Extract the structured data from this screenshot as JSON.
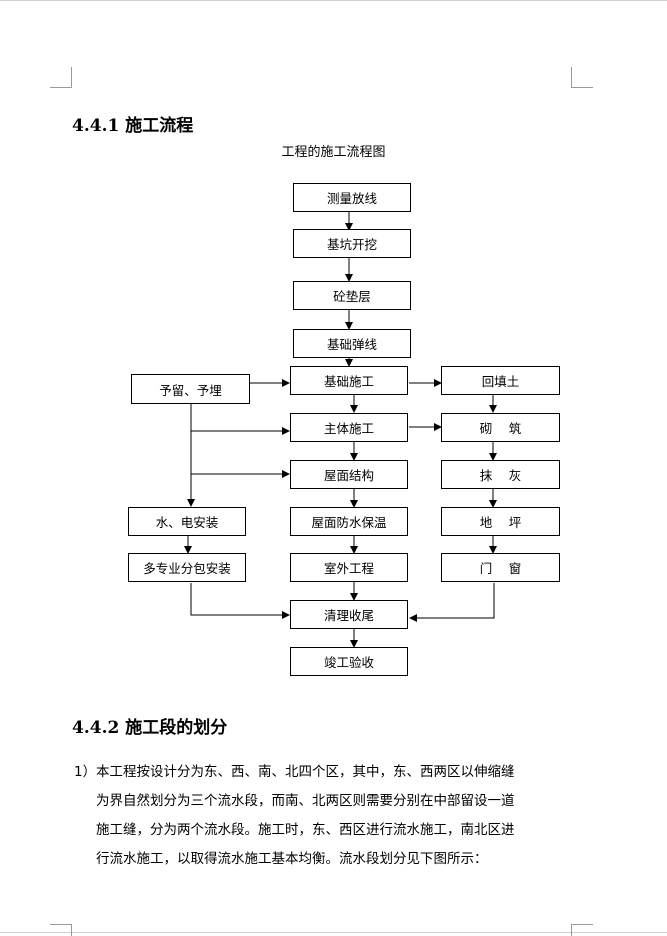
{
  "section1": {
    "heading": "4.4.1 施工流程"
  },
  "flowchart": {
    "caption": "工程的施工流程图",
    "nodes": {
      "measure": "测量放线",
      "excavate": "基坑开挖",
      "cushion": "砼垫层",
      "foundation_line": "基础弹线",
      "foundation": "基础施工",
      "main_body": "主体施工",
      "roof_structure": "屋面结构",
      "roof_waterproof": "屋面防水保温",
      "exterior": "室外工程",
      "cleanup": "清理收尾",
      "acceptance": "竣工验收",
      "reserve": "予留、予埋",
      "water_electric": "水、电安装",
      "subcontract": "多专业分包安装",
      "backfill": "回填土",
      "masonry": "砌　 筑",
      "plaster": "抹　 灰",
      "floor": "地　 坪",
      "doors_windows": "门　 窗"
    }
  },
  "section2": {
    "heading": "4.4.2 施工段的划分",
    "item_number": "1）",
    "lines": [
      "本工程按设计分为东、西、南、北四个区，其中，东、西两区以伸缩缝",
      "为界自然划分为三个流水段，而南、北两区则需要分别在中部留设一道",
      "施工缝，分为两个流水段。施工时，东、西区进行流水施工，南北区进",
      "行流水施工，以取得流水施工基本均衡。流水段划分见下图所示："
    ]
  }
}
